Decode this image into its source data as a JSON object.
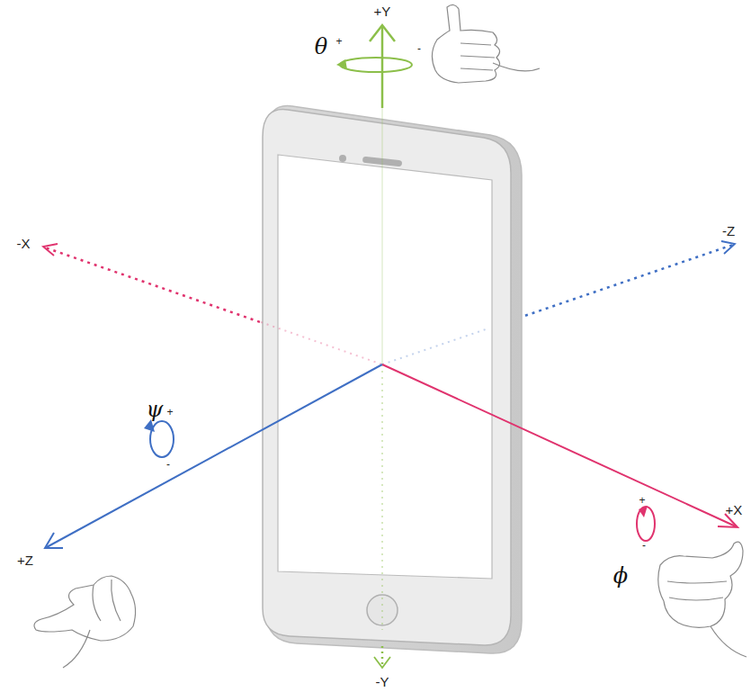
{
  "diagram": {
    "labels": [
      "+Y",
      "θ",
      "+",
      "-",
      "-X",
      "-Z",
      "ψ",
      "+",
      "-",
      "+Z",
      "+",
      "-",
      "ϕ",
      "+X",
      "-Y"
    ]
  }
}
